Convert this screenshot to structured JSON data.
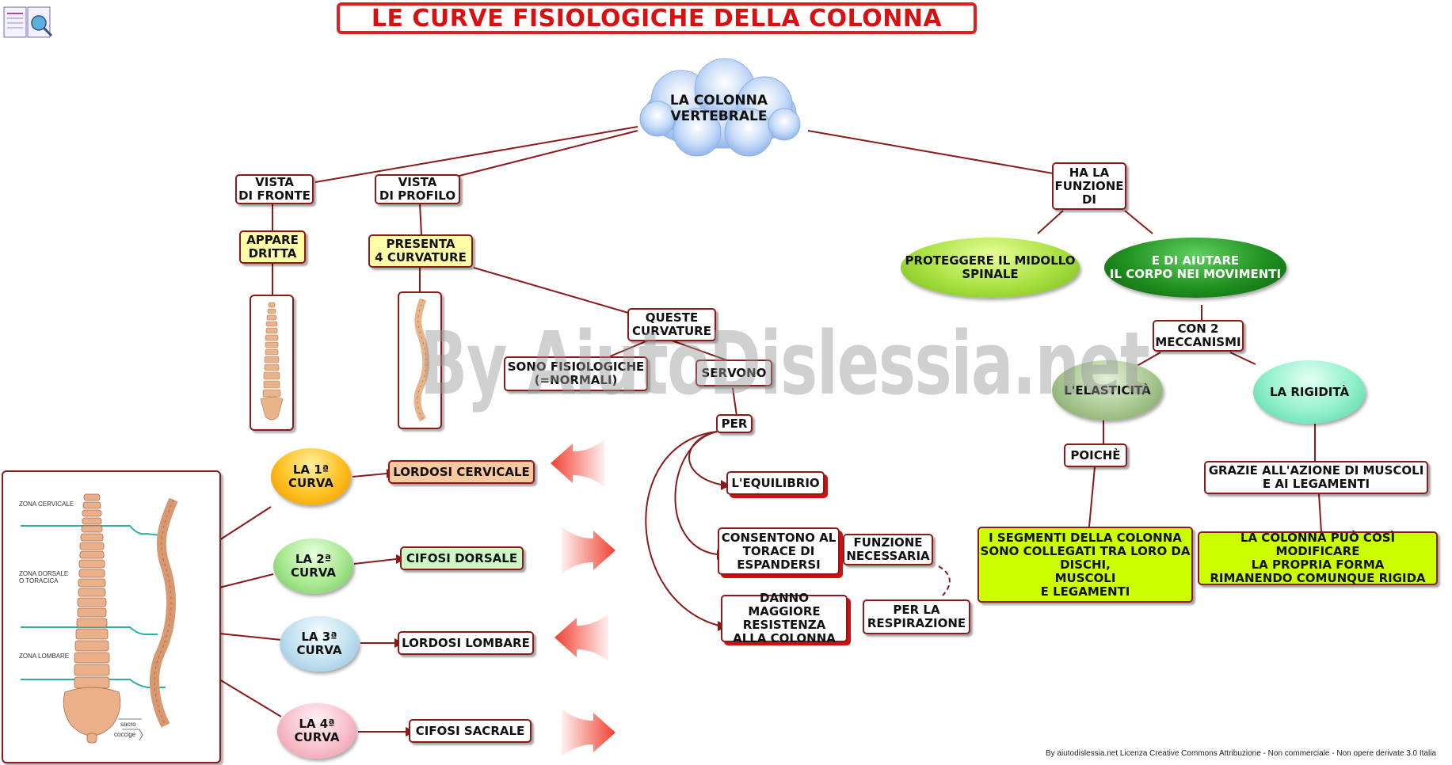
{
  "title": "LE CURVE FISIOLOGICHE DELLA COLONNA",
  "watermark": "By AiutoDislessia.net",
  "footer": "By aiutodislessia.net Licenza Creative Commons Attribuzione - Non commerciale - Non opere derivate 3.0 Italia",
  "nodes": {
    "root": "LA COLONNA\nVERTEBRALE",
    "vista_fronte": "VISTA\nDI FRONTE",
    "vista_profilo": "VISTA\nDI PROFILO",
    "appare_dritta": "APPARE\nDRITTA",
    "presenta": "PRESENTA\n4 CURVATURE",
    "queste_curvature": "QUESTE\nCURVATURE",
    "sono_fisiologiche": "SONO FISIOLOGICHE\n(=NORMALI)",
    "servono": "SERVONO",
    "per": "PER",
    "equilibrio": "L'EQUILIBRIO",
    "consentono": "CONSENTONO AL\nTORACE DI\nESPANDERSI",
    "funzione": "FUNZIONE\nNECESSARIA",
    "danno": "DANNO MAGGIORE\nRESISTENZA\nALLA COLONNA",
    "per_respirazione": "PER LA\nRESPIRAZIONE",
    "ha_funzione": "HA LA\nFUNZIONE\nDI",
    "proteggere": "PROTEGGERE IL MIDOLLO\nSPINALE",
    "aiutare": "E DI AIUTARE\nIL CORPO NEI MOVIMENTI",
    "con2": "CON 2\nMECCANISMI",
    "elasticita": "L'ELASTICITÀ",
    "rigidita": "LA RIGIDITÀ",
    "poiche": "POICHÈ",
    "grazie": "GRAZIE ALL'AZIONE DI MUSCOLI\nE AI LEGAMENTI",
    "segmenti": "I SEGMENTI DELLA COLONNA\nSONO COLLEGATI TRA LORO DA\nDISCHI,\nMUSCOLI\nE LEGAMENTI",
    "modificare": "LA COLONNA PUÒ COSÌ MODIFICARE\nLA PROPRIA FORMA\nRIMANENDO COMUNQUE RIGIDA",
    "curva1": "LA 1ª\nCURVA",
    "curva2": "LA 2ª\nCURVA",
    "curva3": "LA 3ª\nCURVA",
    "curva4": "LA 4ª\nCURVA",
    "lordosi_cervicale": "LORDOSI CERVICALE",
    "cifosi_dorsale": "CIFOSI DORSALE",
    "lordosi_lombare": "LORDOSI LOMBARE",
    "cifosi_sacrale": "CIFOSI SACRALE"
  },
  "spine_labels": {
    "cervicale": "ZONA CERVICALE",
    "dorsale": "ZONA DORSALE\nO TORACICA",
    "lombare": "ZONA LOMBARE",
    "sacro": "sacro",
    "coccige": "coccige"
  },
  "colors": {
    "line": "#8b1a1a",
    "title": "#d81010",
    "arrow": "#f05a4a"
  }
}
